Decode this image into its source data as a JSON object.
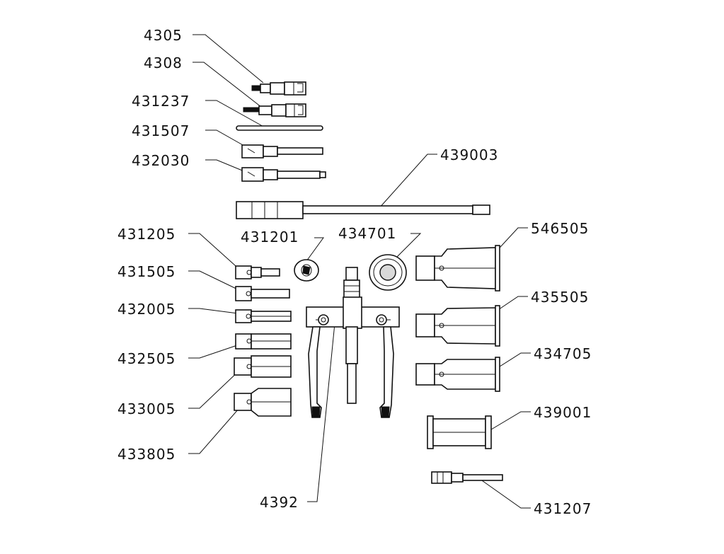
{
  "labels": {
    "p4305": "4305",
    "p4308": "4308",
    "p431237": "431237",
    "p431507": "431507",
    "p432030": "432030",
    "p439003": "439003",
    "p431205": "431205",
    "p431201": "431201",
    "p434701": "434701",
    "p546505": "546505",
    "p431505": "431505",
    "p435505": "435505",
    "p432005": "432005",
    "p434705": "434705",
    "p432505": "432505",
    "p433005": "433005",
    "p439001": "439001",
    "p433805": "433805",
    "p4392": "4392",
    "p431207": "431207"
  }
}
